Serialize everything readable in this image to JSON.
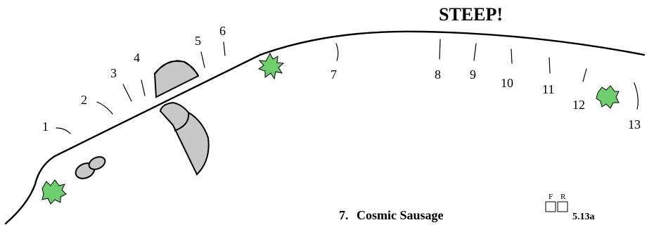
{
  "header": {
    "steep_label": "STEEP!"
  },
  "pitch_markers": [
    "1",
    "2",
    "3",
    "4",
    "5",
    "6",
    "7",
    "8",
    "9",
    "10",
    "11",
    "12",
    "13"
  ],
  "route": {
    "number": "7.",
    "name": "Cosmic Sausage",
    "fr_labels": [
      "F",
      "R"
    ],
    "grade": "5.13a"
  }
}
